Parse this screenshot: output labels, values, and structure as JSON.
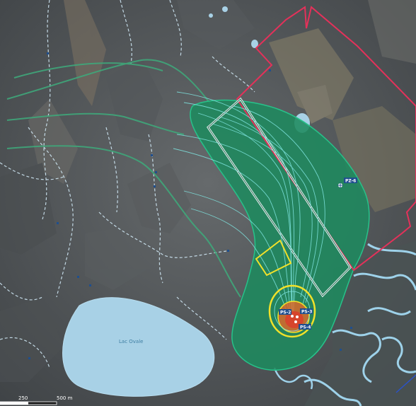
{
  "map": {
    "lake_label": "Lac Ovale",
    "points": [
      {
        "id": "pz-6",
        "label": "PZ-6"
      },
      {
        "id": "ps-2",
        "label": "PS-2"
      },
      {
        "id": "ps-3",
        "label": "PS-3"
      },
      {
        "id": "ps-4",
        "label": "PS-4"
      }
    ],
    "scale_bar": {
      "left_label": "250",
      "right_label": "500 m"
    },
    "colors": {
      "terrain": "#5b5f62",
      "plume_fill": "#1e8a5e",
      "plume_stroke": "#27c28a",
      "property_boundary": "#e4315a",
      "zone_outline": "#e9f3f3",
      "flow_lines": "#7fe5e0",
      "trajectory_lines": "#3fa77a",
      "lake": "#a8d1e6",
      "stream": "#9ed2ea",
      "rings_yellow": "#f1e12a",
      "core_orange": "#d96a2a",
      "core_red": "#e0352a",
      "point_marker": "#1f4f8e"
    }
  }
}
